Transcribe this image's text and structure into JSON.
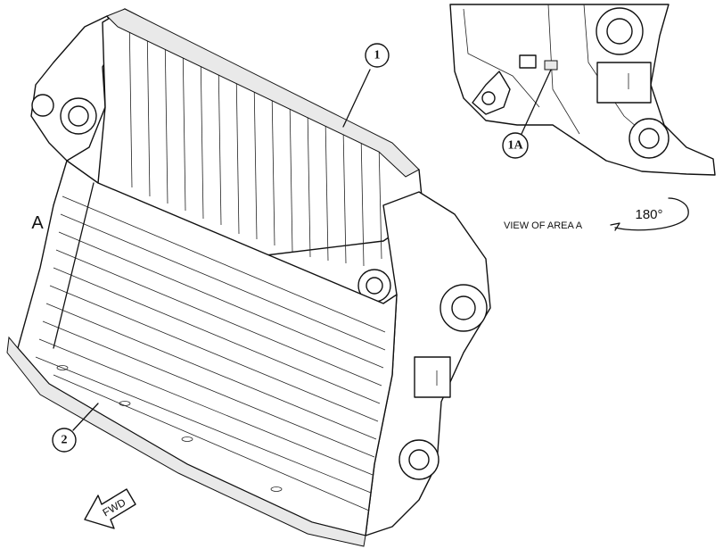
{
  "diagram": {
    "area_label": "A",
    "view_label": "VIEW OF AREA A",
    "rotation_label": "180°",
    "direction_label": "FWD",
    "callouts": [
      {
        "id": "callout-1",
        "label": "1"
      },
      {
        "id": "callout-2",
        "label": "2"
      },
      {
        "id": "callout-1a",
        "label": "1A"
      }
    ]
  }
}
